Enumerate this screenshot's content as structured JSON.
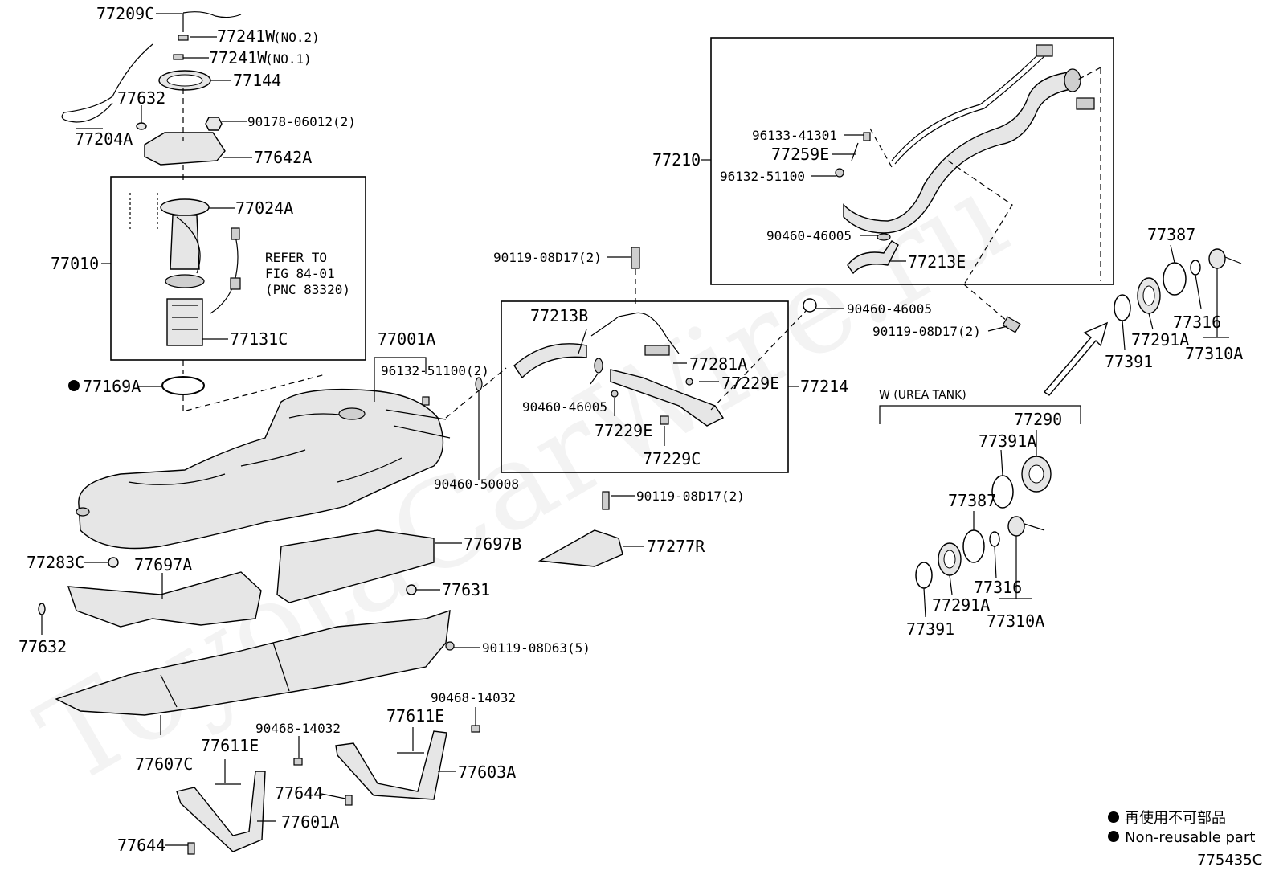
{
  "watermark": "ToyotaCarWire.ru",
  "figure_code": "775435C",
  "legend": {
    "japanese": "再使用不可部品",
    "english": "Non-reusable part"
  },
  "callouts": {
    "c77209C": "77209C",
    "c77241W2": "77241W",
    "c77241W2note": "(NO.2)",
    "c77241W1": "77241W",
    "c77241W1note": "(NO.1)",
    "c77144": "77144",
    "c77632a": "77632",
    "c77204A": "77204A",
    "c90178": "90178-06012(2)",
    "c77642A": "77642A",
    "c77024A": "77024A",
    "c77010": "77010",
    "ref1": "REFER TO",
    "ref2": "FIG 84-01",
    "ref3": "(PNC 83320)",
    "c77131C": "77131C",
    "c77169A": "77169A",
    "c77001A": "77001A",
    "c96132b": "96132-51100(2)",
    "c90460_50008": "90460-50008",
    "c77283C": "77283C",
    "c77697A": "77697A",
    "c77632b": "77632",
    "c77697B": "77697B",
    "c77631": "77631",
    "c90119_08D63": "90119-08D63(5)",
    "c77607C": "77607C",
    "c77611Ea": "77611E",
    "c90468a": "90468-14032",
    "c77644a": "77644",
    "c77601A": "77601A",
    "c77644b": "77644",
    "c77611Eb": "77611E",
    "c90468b": "90468-14032",
    "c77603A": "77603A",
    "c90119a": "90119-08D17(2)",
    "c77213B": "77213B",
    "c77281A": "77281A",
    "c77229Ea": "77229E",
    "c77214": "77214",
    "c90460_46005a": "90460-46005",
    "c77229Eb": "77229E",
    "c77229C": "77229C",
    "c90119b": "90119-08D17(2)",
    "c77277R": "77277R",
    "c77210": "77210",
    "c96133": "96133-41301",
    "c77259E": "77259E",
    "c96132a": "96132-51100",
    "c90460_46005b": "90460-46005",
    "c77213E": "77213E",
    "c90460_46005c": "90460-46005",
    "c90119c": "90119-08D17(2)",
    "c77387a": "77387",
    "c77316a": "77316",
    "c77291Aa": "77291A",
    "c77310Aa": "77310A",
    "c77391a": "77391",
    "w_title": "W (UREA TANK)",
    "c77290": "77290",
    "c77391A": "77391A",
    "c77387b": "77387",
    "c77316b": "77316",
    "c77291Ab": "77291A",
    "c77310Ab": "77310A",
    "c77391b": "77391"
  }
}
